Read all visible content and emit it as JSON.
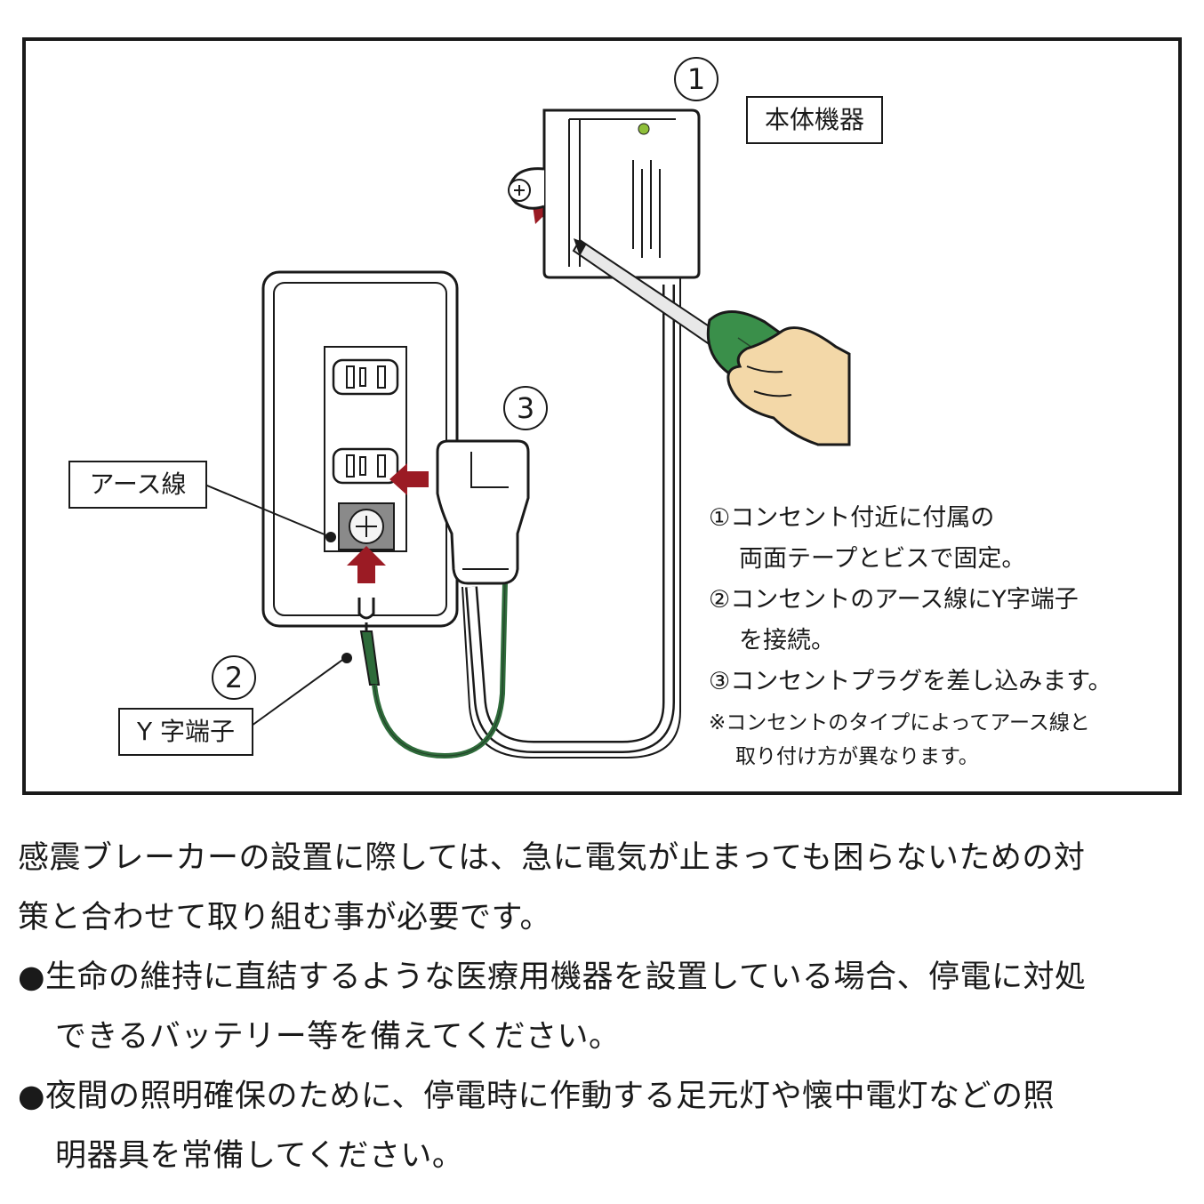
{
  "labels": {
    "main_unit": "本体機器",
    "earth_wire": "アース線",
    "y_terminal": "Y 字端子",
    "num1": "1",
    "num2": "2",
    "num3": "3"
  },
  "steps": {
    "step1_line1": "①コンセント付近に付属の",
    "step1_line2": "両面テープとビスで固定。",
    "step2_line1": "②コンセントのアース線にY字端子",
    "step2_line2": "を接続。",
    "step3": "③コンセントプラグを差し込みます。",
    "note_line1": "※コンセントのタイプによってアース線と",
    "note_line2": "取り付け方が異なります。"
  },
  "body": {
    "intro_line1": "感震ブレーカーの設置に際しては、急に電気が止まっても困らないための対",
    "intro_line2": "策と合わせて取り組む事が必要です。",
    "bullet1_line1": "●生命の維持に直結するような医療用機器を設置している場合、停電に対処",
    "bullet1_line2": "できるバッテリー等を備えてください。",
    "bullet2_line1": "●夜間の照明確保のために、停電時に作動する足元灯や懐中電灯などの照",
    "bullet2_line2": "明器具を常備してください。"
  },
  "colors": {
    "arrow": "#9b1b24",
    "green_wire": "#2e6b3a",
    "screwdriver_handle": "#3a8f4a",
    "hand": "#f3d8a8",
    "device_led": "#8fbf3a",
    "terminal_plate": "#8a8a8a"
  }
}
